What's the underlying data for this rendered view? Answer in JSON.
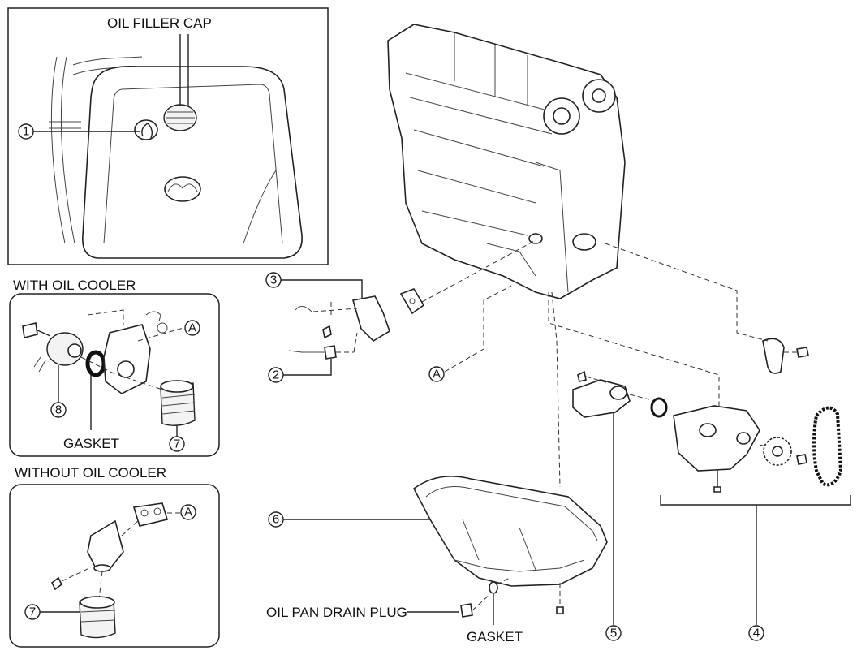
{
  "labels": {
    "oil_filler_cap": "OIL FILLER CAP",
    "with_oil_cooler": "WITH OIL COOLER",
    "without_oil_cooler": "WITHOUT OIL COOLER",
    "gasket_cooler": "GASKET",
    "oil_pan_drain_plug": "OIL PAN DRAIN PLUG",
    "gasket_drain": "GASKET"
  },
  "callouts": {
    "c1": "1",
    "c2": "2",
    "c3": "3",
    "c4": "4",
    "c5": "5",
    "c6": "6",
    "c7_cooler": "7",
    "c7_nocooler": "7",
    "c8": "8",
    "ref_a_cooler": "A",
    "ref_a_nocooler": "A",
    "ref_a_main": "A"
  }
}
